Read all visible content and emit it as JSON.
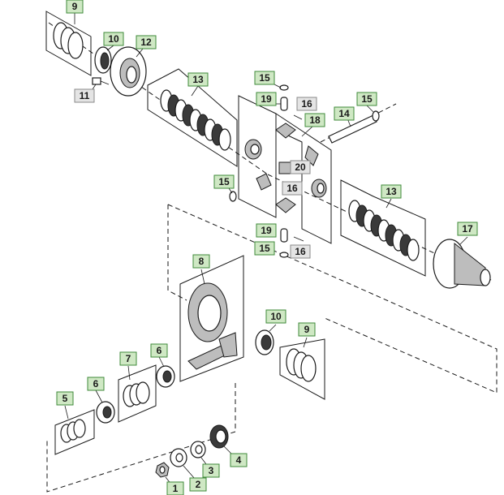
{
  "diagram": {
    "callout_colors": {
      "green_fill": "#cfe8c4",
      "green_stroke": "#3f8a3a",
      "grey_fill": "#e4e4e4",
      "grey_stroke": "#8a8a8a"
    },
    "callouts": [
      {
        "id": "c9a",
        "label": "9",
        "style": "green"
      },
      {
        "id": "c10a",
        "label": "10",
        "style": "green"
      },
      {
        "id": "c12",
        "label": "12",
        "style": "green"
      },
      {
        "id": "c11",
        "label": "11",
        "style": "grey"
      },
      {
        "id": "c13a",
        "label": "13",
        "style": "green"
      },
      {
        "id": "c15a",
        "label": "15",
        "style": "green"
      },
      {
        "id": "c19a",
        "label": "19",
        "style": "green"
      },
      {
        "id": "c16a",
        "label": "16",
        "style": "grey"
      },
      {
        "id": "c18",
        "label": "18",
        "style": "green"
      },
      {
        "id": "c14",
        "label": "14",
        "style": "green"
      },
      {
        "id": "c15b",
        "label": "15",
        "style": "green"
      },
      {
        "id": "c20",
        "label": "20",
        "style": "grey"
      },
      {
        "id": "c15c",
        "label": "15",
        "style": "green"
      },
      {
        "id": "c16b",
        "label": "16",
        "style": "grey"
      },
      {
        "id": "c13b",
        "label": "13",
        "style": "green"
      },
      {
        "id": "c19b",
        "label": "19",
        "style": "green"
      },
      {
        "id": "c17",
        "label": "17",
        "style": "green"
      },
      {
        "id": "c15d",
        "label": "15",
        "style": "green"
      },
      {
        "id": "c16c",
        "label": "16",
        "style": "grey"
      },
      {
        "id": "c8",
        "label": "8",
        "style": "green"
      },
      {
        "id": "c10b",
        "label": "10",
        "style": "green"
      },
      {
        "id": "c9b",
        "label": "9",
        "style": "green"
      },
      {
        "id": "c7",
        "label": "7",
        "style": "green"
      },
      {
        "id": "c6a",
        "label": "6",
        "style": "green"
      },
      {
        "id": "c6b",
        "label": "6",
        "style": "green"
      },
      {
        "id": "c5",
        "label": "5",
        "style": "green"
      },
      {
        "id": "c4",
        "label": "4",
        "style": "green"
      },
      {
        "id": "c3",
        "label": "3",
        "style": "green"
      },
      {
        "id": "c2",
        "label": "2",
        "style": "green"
      },
      {
        "id": "c1",
        "label": "1",
        "style": "green"
      }
    ]
  }
}
